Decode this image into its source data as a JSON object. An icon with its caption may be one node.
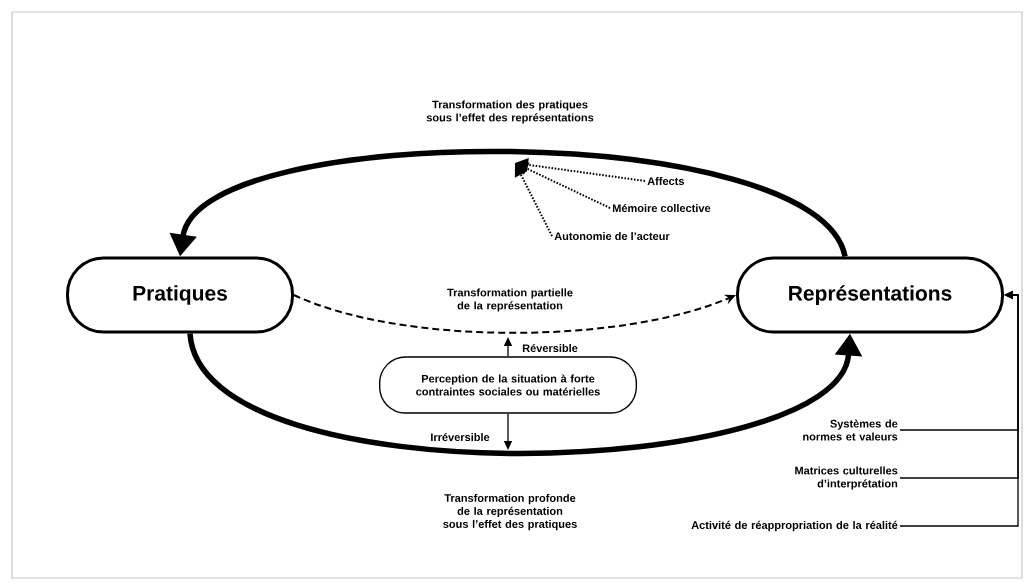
{
  "diagram": {
    "nodes": [
      {
        "text": [
          "Pratiques"
        ]
      },
      {
        "text": [
          "Représentations"
        ]
      },
      {
        "text": [
          "Perception de la situation à forte contraintes sociales ou matérielles"
        ]
      },
      {
        "text": [
          "Affects"
        ]
      },
      {
        "text": [
          "Mémoire collective"
        ]
      },
      {
        "text": [
          "Autonomie de l’acteur"
        ]
      },
      {
        "text": [
          "Systèmes de normes et valeurs"
        ]
      },
      {
        "text": [
          "Matrices culturelles d’interprétation"
        ]
      },
      {
        "text": [
          "Activité de réappropriation de la réalité"
        ]
      }
    ],
    "edges": [
      {
        "from": 1,
        "to": 0,
        "arrow": "to",
        "style": "thick",
        "label": "Transformation des pratiques sous l’effet des représentations"
      },
      {
        "from": 0,
        "to": 1,
        "arrow": "to",
        "style": "dashed",
        "label": "Transformation partielle de la représentation"
      },
      {
        "from": 0,
        "to": 1,
        "arrow": "to",
        "style": "thick",
        "label": "Transformation profonde de la représentation sous l’effet des pratiques"
      },
      {
        "from": 2,
        "to": null,
        "arrow": "to",
        "label": "Réversible"
      },
      {
        "from": 2,
        "to": null,
        "arrow": "to",
        "label": "Irréversible"
      },
      {
        "from": 3,
        "to": null,
        "arrow": "to",
        "style": "dashed"
      },
      {
        "from": 4,
        "to": null,
        "arrow": "to",
        "style": "dashed"
      },
      {
        "from": 5,
        "to": null,
        "arrow": "to",
        "style": "dashed"
      },
      {
        "from": 6,
        "to": 1,
        "arrow": "to"
      },
      {
        "from": 7,
        "to": 1,
        "arrow": "to"
      },
      {
        "from": 8,
        "to": 1,
        "arrow": "to"
      }
    ]
  }
}
